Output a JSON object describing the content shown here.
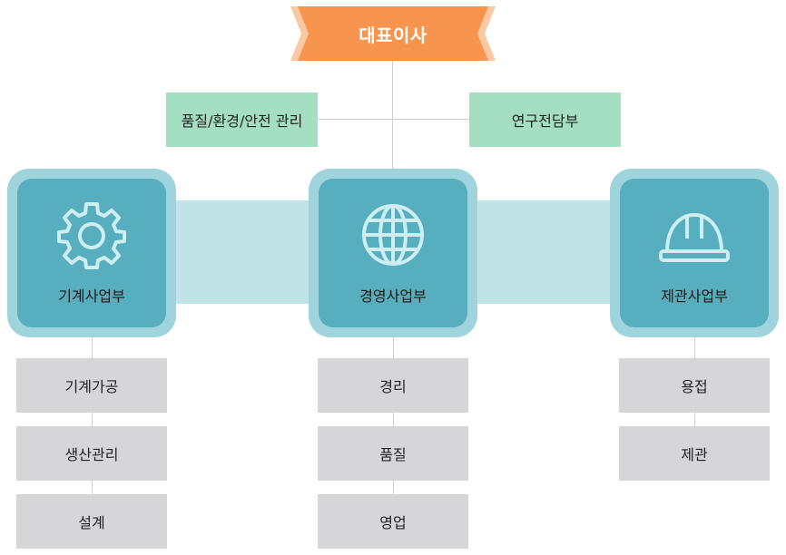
{
  "ceo": {
    "label": "대표이사"
  },
  "staff": {
    "left": "품질/환경/안전 관리",
    "right": "연구전담부"
  },
  "divisions": [
    {
      "label": "기계사업부",
      "icon": "gear-icon",
      "teams": [
        "기계가공",
        "생산관리",
        "설계"
      ]
    },
    {
      "label": "경영사업부",
      "icon": "globe-icon",
      "teams": [
        "경리",
        "품질",
        "영업"
      ]
    },
    {
      "label": "제관사업부",
      "icon": "hardhat-icon",
      "teams": [
        "용접",
        "제관"
      ]
    }
  ],
  "colors": {
    "banner": "#f7944e",
    "banner_shadow": "#fbc8a4",
    "staff_box": "#a3dfc0",
    "division_outer": "#9fd4dc",
    "division_inner": "#56aebf",
    "band": "#bfe3e6",
    "team_box": "#d6d6d8",
    "line": "#cfcfcf"
  }
}
